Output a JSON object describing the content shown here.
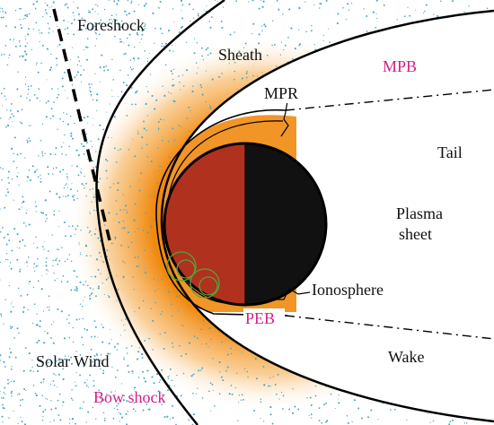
{
  "diagram": {
    "labels": {
      "foreshock": "Foreshock",
      "sheath": "Sheath",
      "mpb": "MPB",
      "mpr": "MPR",
      "tail": "Tail",
      "plasma": "Plasma",
      "sheet": "sheet",
      "ionosphere": "Ionosphere",
      "peb": "PEB",
      "solar_wind": "Solar Wind",
      "wake": "Wake",
      "bow_shock": "Bow shock"
    },
    "colors": {
      "planet_day": "#b1311f",
      "planet_night": "#111111",
      "glow": "#f08a10",
      "particles": "#4aa6c4",
      "accent_label": "#d11f8b",
      "magnetic_loops": "#4fa63a"
    }
  }
}
